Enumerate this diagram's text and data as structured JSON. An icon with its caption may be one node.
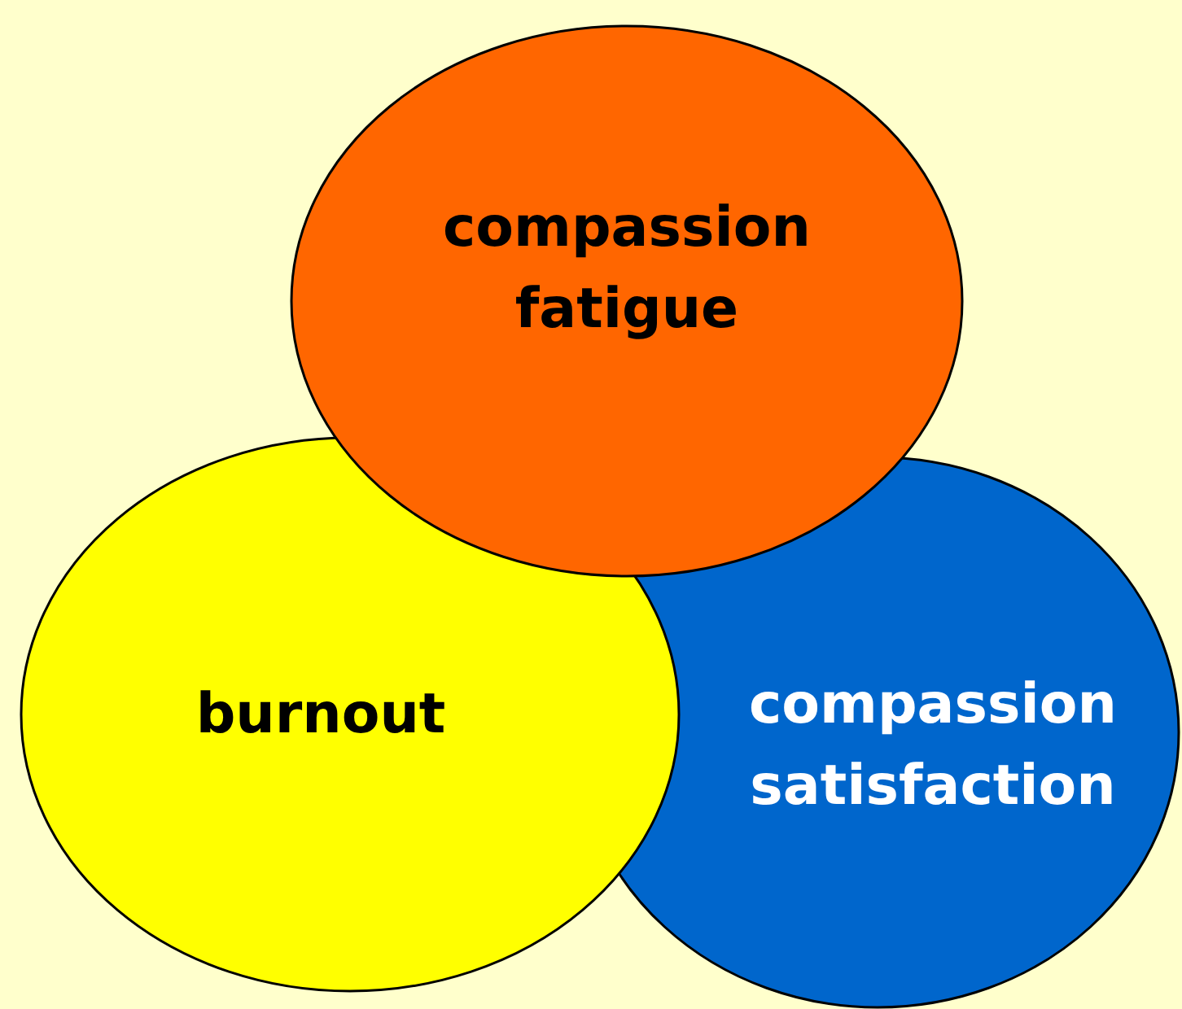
{
  "diagram": {
    "nodes": [
      {
        "text": [
          "compassion fatigue"
        ]
      },
      {
        "text": [
          "burnout"
        ]
      },
      {
        "text": [
          "compassion satisfaction"
        ]
      }
    ]
  }
}
